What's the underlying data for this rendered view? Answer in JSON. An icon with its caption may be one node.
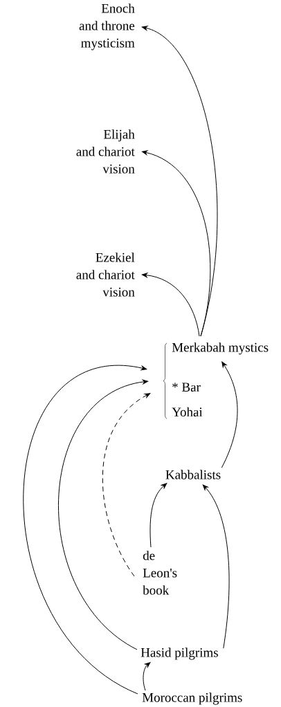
{
  "diagram": {
    "nodes": [
      {
        "text": [
          "Enoch and throne mysticism"
        ]
      },
      {
        "text": [
          "Elijah and chariot vision"
        ]
      },
      {
        "text": [
          "Ezekiel and chariot vision"
        ]
      },
      {
        "text": [
          "Merkabah mystics",
          "* Bar Yohai"
        ]
      },
      {
        "text": [
          "Kabbalists"
        ]
      },
      {
        "text": [
          "de Leon's book"
        ]
      },
      {
        "text": [
          "Hasid pilgrims"
        ]
      },
      {
        "text": [
          "Moroccan pilgrims"
        ]
      }
    ],
    "edges": [
      {
        "from": 3,
        "to": 0,
        "arrow": "to"
      },
      {
        "from": 3,
        "to": 1,
        "arrow": "to"
      },
      {
        "from": 3,
        "to": 2,
        "arrow": "to"
      },
      {
        "from": 4,
        "to": 3,
        "arrow": "to"
      },
      {
        "from": 5,
        "to": 4,
        "arrow": "to"
      },
      {
        "from": 6,
        "to": 4,
        "arrow": "to"
      },
      {
        "from": 5,
        "to": 3,
        "arrow": "to",
        "style": "dashed"
      },
      {
        "from": 6,
        "to": 3,
        "arrow": "to"
      },
      {
        "from": 7,
        "to": 3,
        "arrow": "to"
      },
      {
        "from": 7,
        "to": 6,
        "arrow": "to"
      }
    ]
  }
}
